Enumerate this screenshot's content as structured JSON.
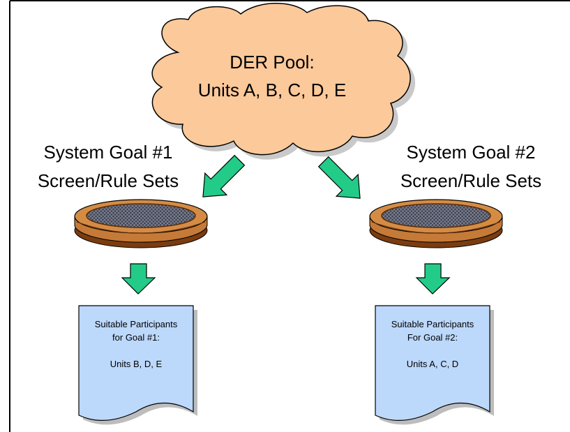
{
  "cloud": {
    "line1": "DER Pool:",
    "line2": "Units A, B, C, D, E"
  },
  "goal1": {
    "line1": "System Goal #1",
    "line2": "Screen/Rule Sets",
    "doc": {
      "line1": "Suitable Participants",
      "line2": "for Goal #1:",
      "line3": "Units B, D, E"
    }
  },
  "goal2": {
    "line1": "System Goal #2",
    "line2": "Screen/Rule Sets",
    "doc": {
      "line1": "Suitable Participants",
      "line2": "For Goal #2:",
      "line3": "Units A, C, D"
    }
  },
  "colors": {
    "cloud_fill": "#fbc99a",
    "arrow_fill": "#22cc88",
    "doc_fill": "#bcd8fb",
    "sieve_wood": "#a85a1e",
    "sieve_mesh": "#3e4250"
  }
}
